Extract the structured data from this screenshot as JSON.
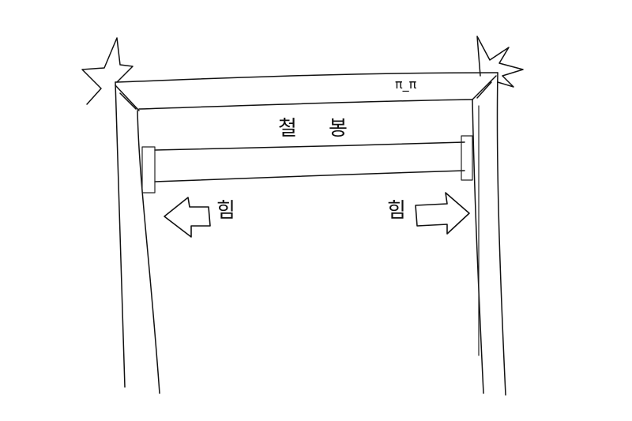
{
  "emoticon": "π_π",
  "bar_label_chars": [
    "철",
    "봉"
  ],
  "force_left": "힘",
  "force_right": "힘",
  "colors": {
    "ink": "#111111",
    "paper": "#ffffff"
  },
  "icons": {
    "left_arrow": "left-arrow-icon",
    "right_arrow": "right-arrow-icon",
    "stress_mark": "stress-burst-icon"
  }
}
